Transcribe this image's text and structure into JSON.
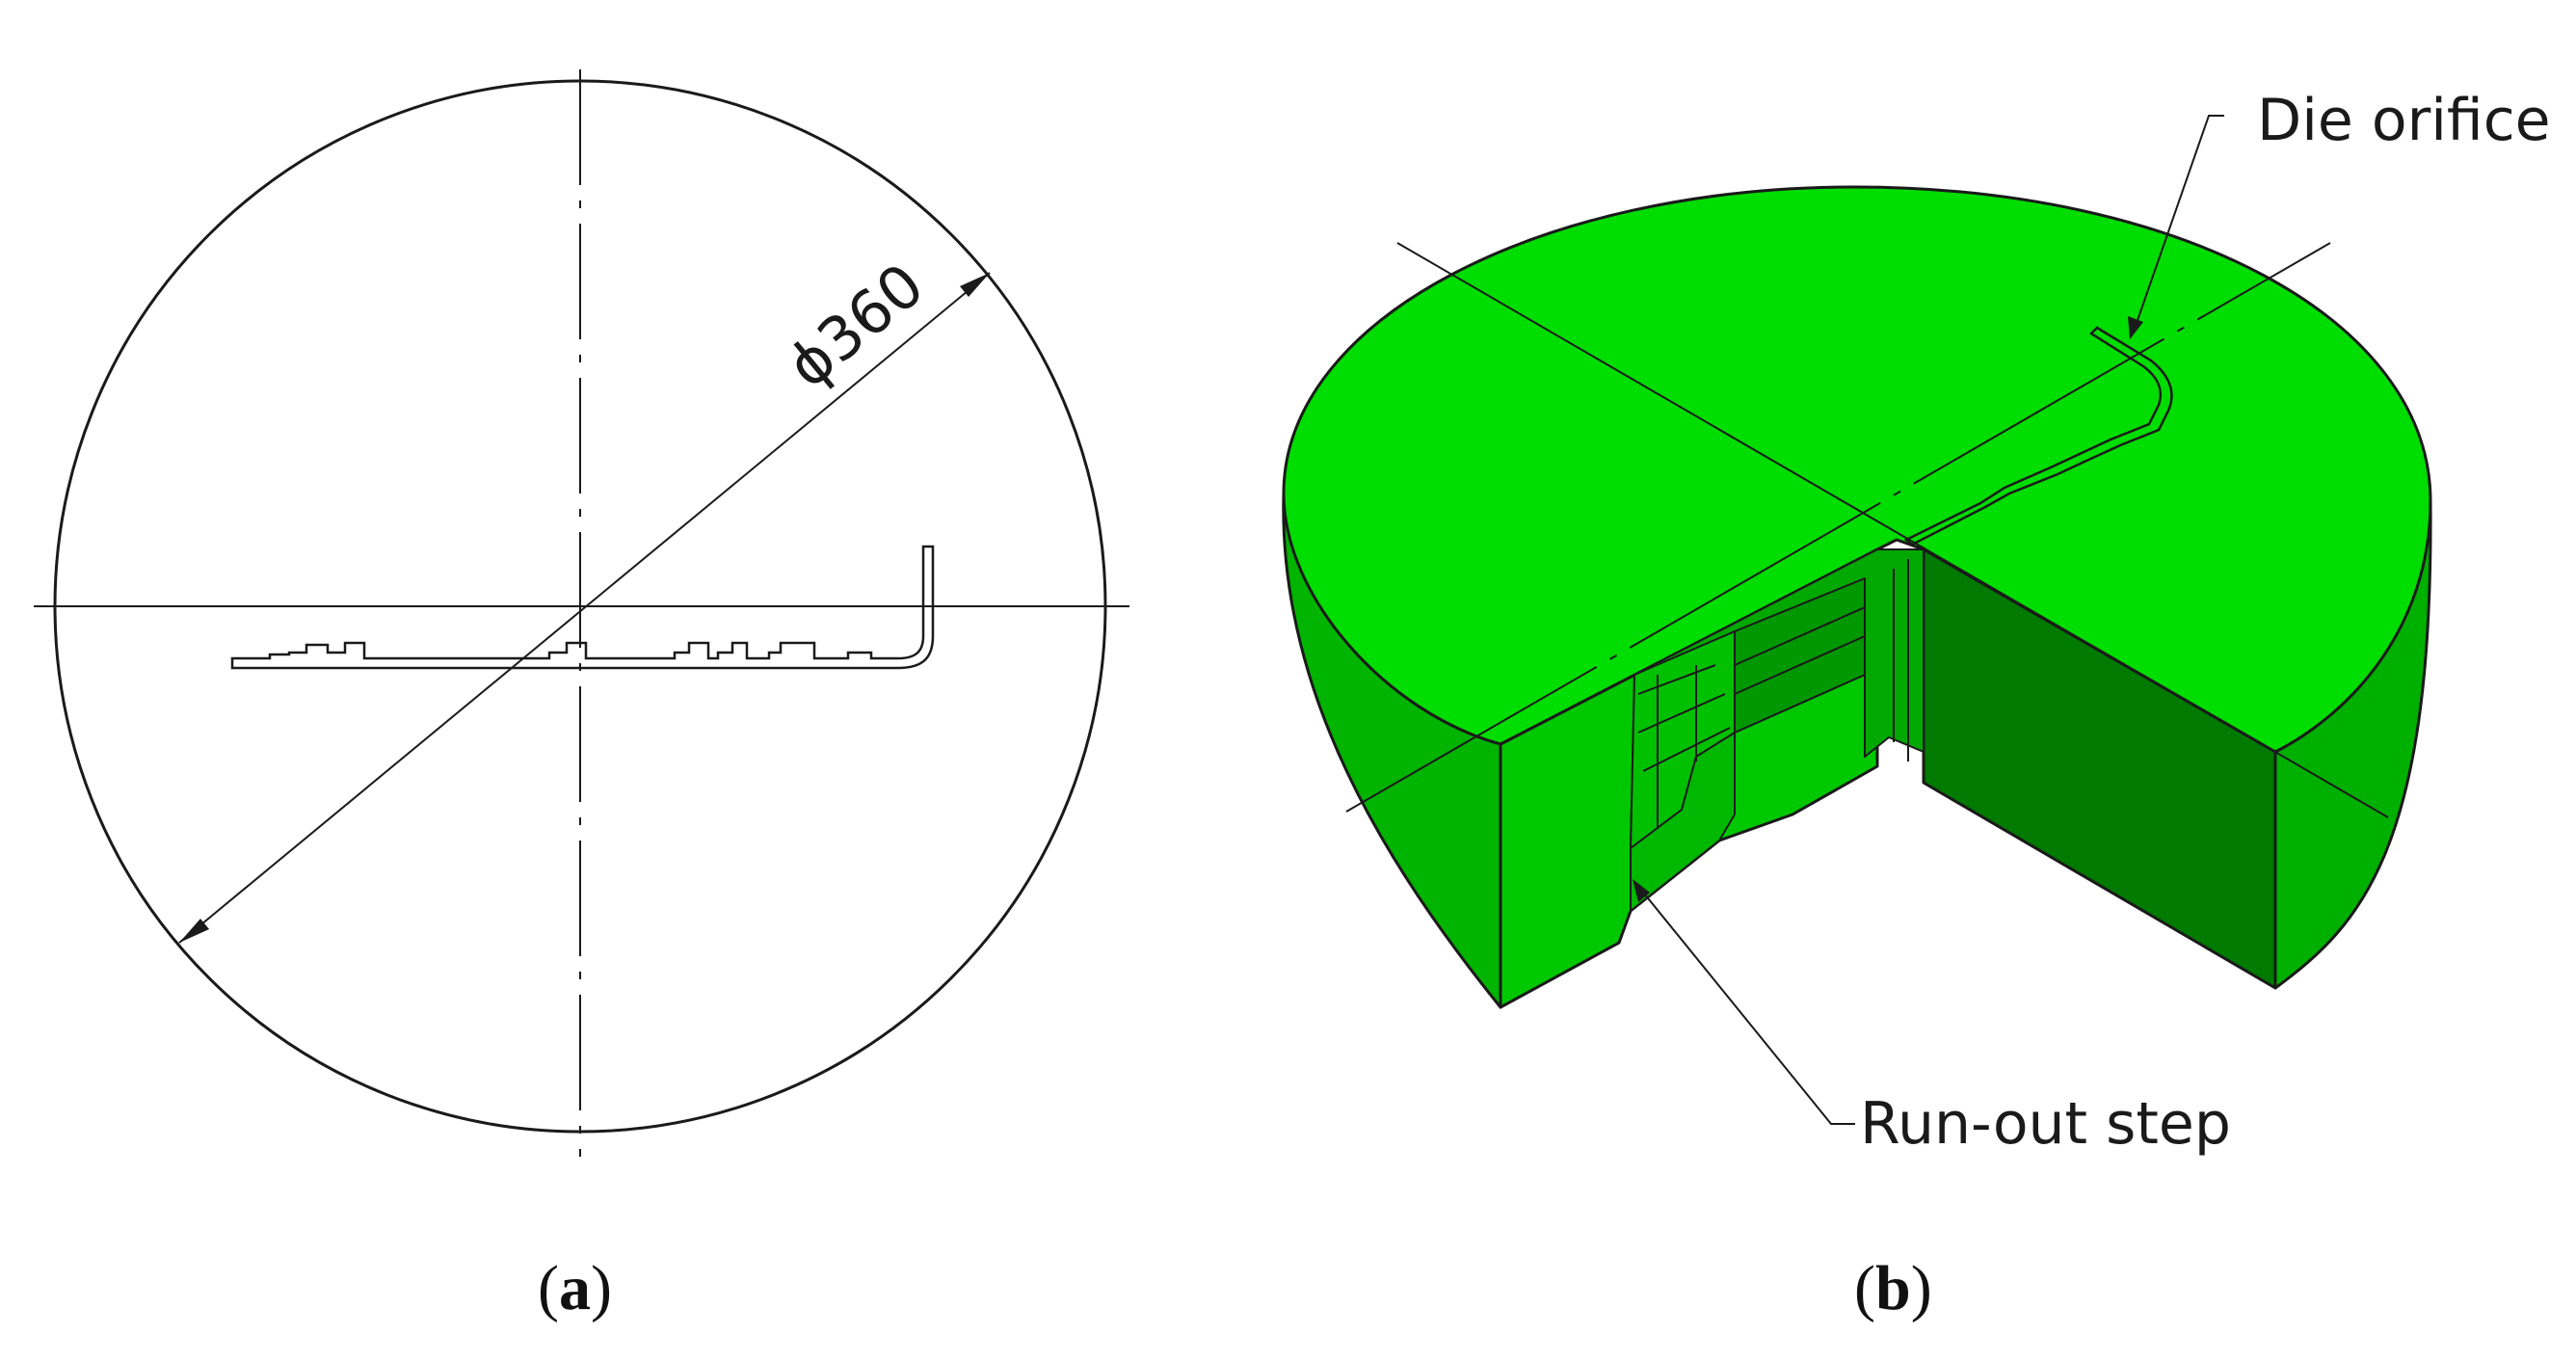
{
  "panel_a": {
    "diameter_label": "ϕ360",
    "caption_open": "(",
    "caption_letter": "a",
    "caption_close": ")"
  },
  "panel_b": {
    "die_orifice_label": "Die orifice",
    "run_out_step_label": "Run-out step",
    "caption_open": "(",
    "caption_letter": "b",
    "caption_close": ")"
  },
  "colors": {
    "top_face": "#00dd00",
    "side_light": "#00c800",
    "side_mid": "#00b000",
    "side_dark": "#007a00",
    "line": "#1a1a1a"
  }
}
